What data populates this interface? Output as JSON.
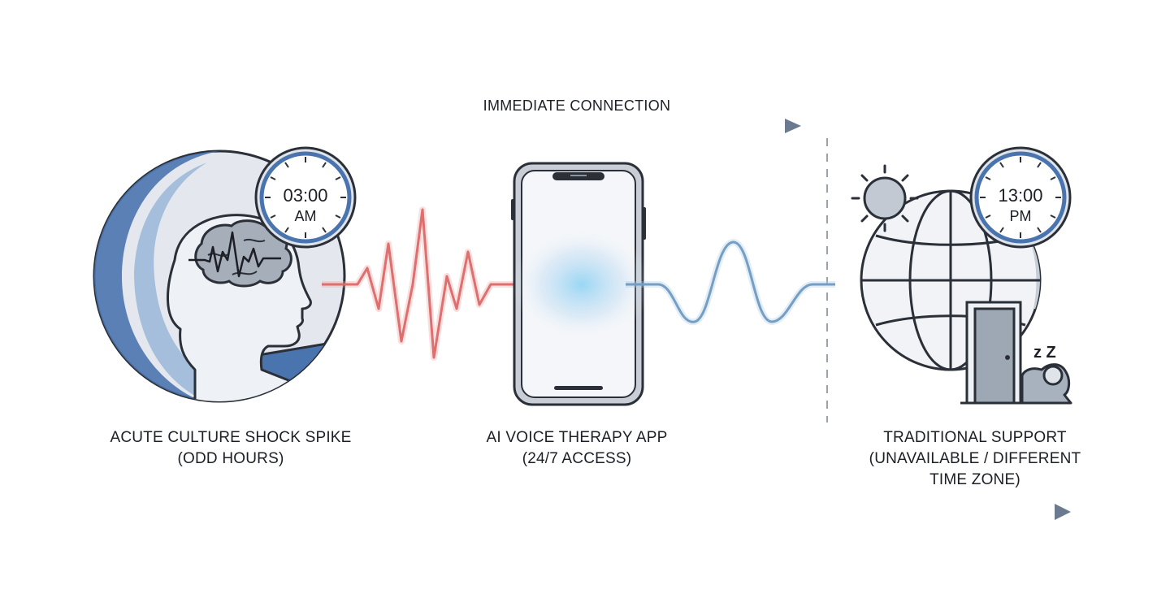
{
  "header": {
    "label": "IMMEDIATE CONNECTION"
  },
  "panels": [
    {
      "clock": {
        "time": "03:00",
        "period": "AM"
      },
      "caption": [
        "ACUTE CULTURE SHOCK SPIKE",
        "(ODD HOURS)"
      ]
    },
    {
      "caption": [
        "AI VOICE THERAPY APP",
        "(24/7 ACCESS)"
      ]
    },
    {
      "clock": {
        "time": "13:00",
        "period": "PM"
      },
      "caption": [
        "TRADITIONAL SUPPORT",
        "(UNAVAILABLE / DIFFERENT",
        "TIME ZONE)"
      ]
    }
  ],
  "icons": {
    "sleep": "z Z"
  },
  "colors": {
    "crisis_wave": "#d24b4b",
    "calm_wave": "#5b86b0",
    "arrow": "#6b7a8f",
    "accent_blue": "#4a74ae",
    "outline": "#2a2f38"
  }
}
